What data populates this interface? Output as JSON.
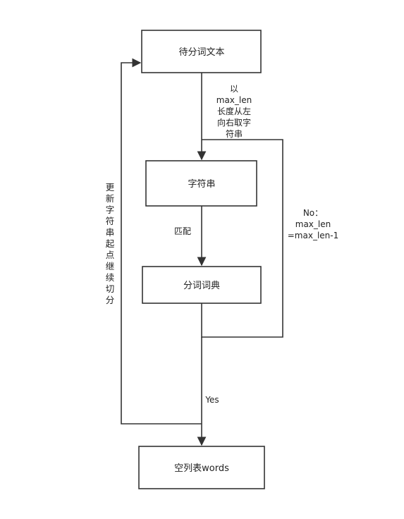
{
  "nodes": {
    "input_text": "待分词文本",
    "substring": "字符串",
    "dictionary": "分词词典",
    "result_list": "空列表words"
  },
  "edges": {
    "take_left": [
      "以",
      "max_len",
      "长度从左",
      "向右取字",
      "符串"
    ],
    "match": "匹配",
    "no_branch": [
      "No：",
      "max_len",
      "=max_len-1"
    ],
    "yes_branch": "Yes",
    "update_loop": [
      "更",
      "新",
      "字",
      "符",
      "串",
      "起",
      "点",
      "继",
      "续",
      "切",
      "分"
    ]
  },
  "colors": {
    "stroke": "#333333",
    "text": "#222222",
    "background": "#ffffff"
  }
}
